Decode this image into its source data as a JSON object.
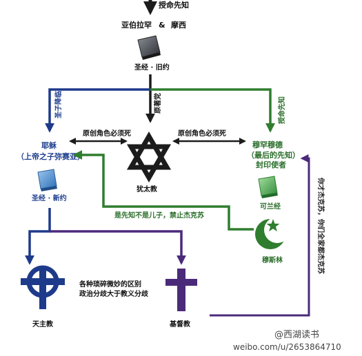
{
  "top_label": "授命先知",
  "prophets": {
    "names": "亚伯拉罕",
    "amp": "&",
    "second": "摩西"
  },
  "old_testament": "圣经 · 旧约",
  "edge_labels": {
    "son_descends": "圣子降临",
    "original_jew": "原著党",
    "prophet_mandate": "授命先知",
    "original_char_left": "原创角色必须死",
    "original_char_right": "原创角色必须死",
    "prophet_not_son": "是先知不是儿子，禁止杰克苏",
    "all_jack_sue": "你才杰克苏，你们全家都杰克苏"
  },
  "nodes": {
    "jesus": {
      "line1": "耶稣",
      "line2": "（上帝之子弥赛亚）"
    },
    "new_testament": "圣经 · 新约",
    "judaism": "犹太教",
    "muhammad": {
      "line1": "穆罕穆德",
      "line2": "（最后的先知）",
      "line3": "封印使者"
    },
    "quran": "可兰经",
    "islam": "穆斯林",
    "catholic": "天主教",
    "protestant": "基督教"
  },
  "center_note": {
    "line1": "各种琐碎微妙的区别",
    "line2": "政治分歧大于教义分歧"
  },
  "watermark": {
    "line1": "@西湖读书",
    "line2": "weibo.com/u/2653864710"
  },
  "colors": {
    "dark": "#1c1c1c",
    "blue": "#1e3a8a",
    "green": "#2f7d2f",
    "purple": "#4b2a7a"
  }
}
